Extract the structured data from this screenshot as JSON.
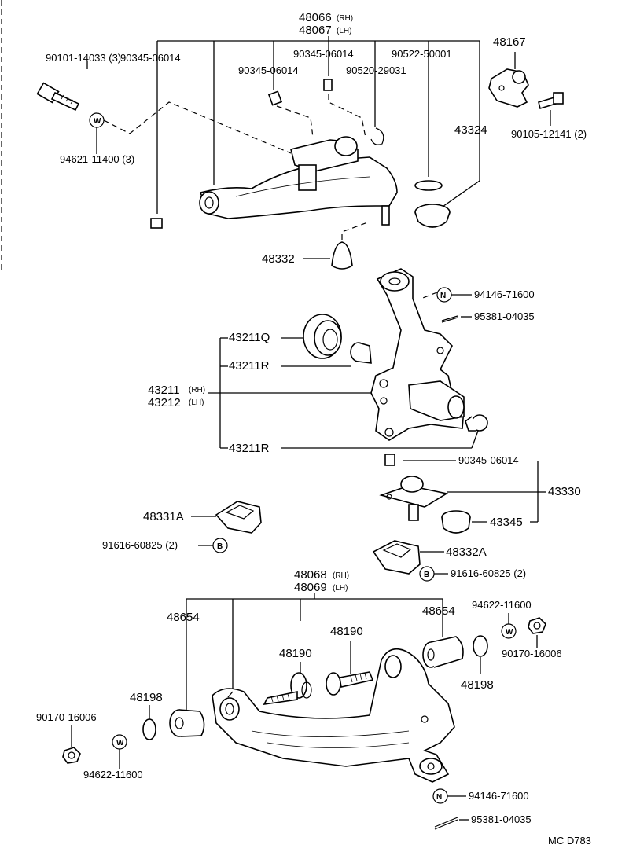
{
  "labels": {
    "upper_arm_rh": "48066",
    "upper_arm_lh": "48067",
    "bolt_upper": "90101-14033 (3)",
    "bolt_90345_a": "90345-06014",
    "bolt_90345_b": "90345-06014",
    "bolt_90345_c": "90345-06014",
    "clip_90520": "90520-29031",
    "ring_90522": "90522-50001",
    "part_48167": "48167",
    "part_43324": "43324",
    "bolt_90105": "90105-12141 (2)",
    "washer_94621": "94621-11400 (3)",
    "bumper_48332": "48332",
    "nut_94146_a": "94146-71600",
    "pin_95381_a": "95381-04035",
    "seal_43211Q": "43211Q",
    "bearing_43211R_a": "43211R",
    "knuckle_rh": "43211",
    "knuckle_lh": "43212",
    "bearing_43211R_b": "43211R",
    "bolt_90345_d": "90345-06014",
    "ball_joint_43330": "43330",
    "boot_43345": "43345",
    "retainer_48331A": "48331A",
    "bolt_91616_a": "91616-60825 (2)",
    "retainer_48332A": "48332A",
    "bolt_91616_b": "91616-60825 (2)",
    "lower_arm_rh": "48068",
    "lower_arm_lh": "48069",
    "bushing_48654_a": "48654",
    "bushing_48654_b": "48654",
    "washer_94622_a": "94622-11600",
    "cam_48190_a": "48190",
    "cam_48190_b": "48190",
    "nut_90170_a": "90170-16006",
    "plate_48198_a": "48198",
    "plate_48198_b": "48198",
    "nut_90170_b": "90170-16006",
    "washer_94622_b": "94622-11600",
    "nut_94146_b": "94146-71600",
    "pin_95381_b": "95381-04035"
  },
  "tags": {
    "rh": "(RH)",
    "lh": "(LH)"
  },
  "symbols": {
    "washer": "W",
    "nut": "N",
    "bolt": "B"
  },
  "footer": {
    "code": "MC D783"
  }
}
